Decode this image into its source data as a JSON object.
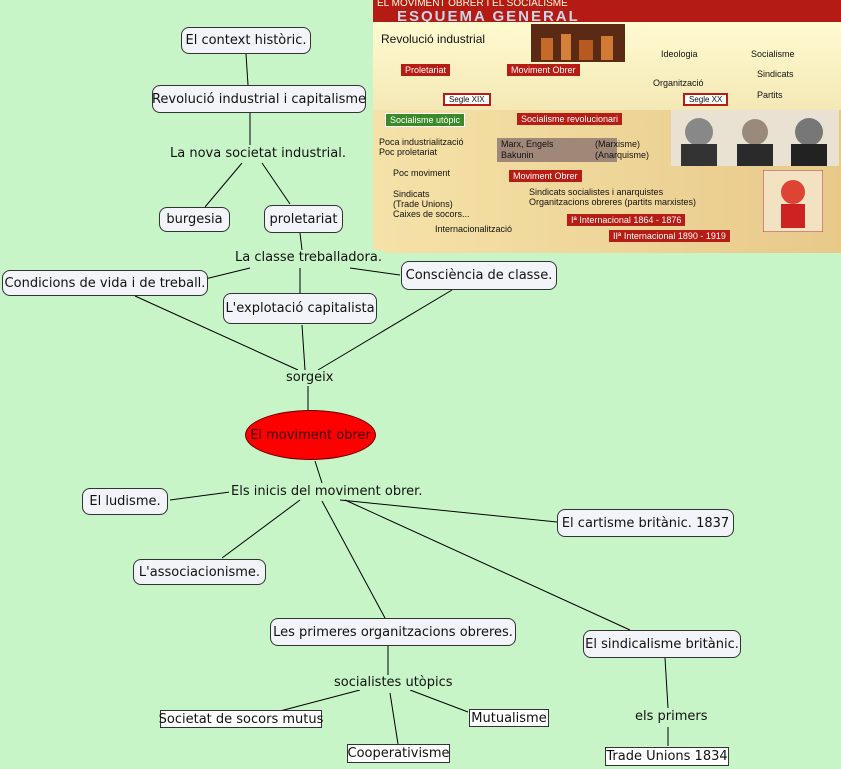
{
  "nodes": {
    "context": "El context històric.",
    "revolucio": "Revolució industrial i capitalisme",
    "nova_societat": "La nova societat industrial.",
    "burgesia": "burgesia",
    "proletariat": "proletariat",
    "classe": "La classe treballadora.",
    "condicions": "Condicions de vida i de treball.",
    "consciencia": "Consciència de classe.",
    "explotacio": "L'explotació capitalista",
    "sorgeix": "sorgeix",
    "moviment": "El moviment obrer",
    "inicis": "Els inicis del moviment obrer.",
    "ludisme": "El ludisme.",
    "cartisme": "El cartisme britànic. 1837",
    "associacionisme": "L'associacionisme.",
    "primeres": "Les primeres organitzacions obreres.",
    "sindicalisme": "El sindicalisme britànic.",
    "socialistes": "socialistes utòpics",
    "els_primers": "els primers",
    "societat_socors": "Societat de socors mutus",
    "mutualisme": "Mutualisme",
    "cooperativisme": "Cooperativisme",
    "trade_unions": "Trade Unions 1834"
  },
  "scheme": {
    "header_small": "EL MOVIMENT OBRER I EL SOCIALISME",
    "header_big": "ESQUEMA GENERAL",
    "revolucio": "Revolució industrial",
    "proletariat": "Proletariat",
    "moviment_obrer": "Moviment Obrer",
    "ideologia": "Ideologia",
    "organitzacio": "Organització",
    "socialisme": "Socialisme",
    "sindicats": "Sindicats",
    "partits": "Partits",
    "segle_xix": "Segle XIX",
    "segle_xx": "Segle XX",
    "utopic": "Socialisme utòpic",
    "revolucionari": "Socialisme revolucionari",
    "poca_ind": "Poca industrialització",
    "poc_prol": "Poc proletariat",
    "marx": "Marx, Engels",
    "marxisme": "(Marxisme)",
    "bakunin": "Bakunin",
    "anarquisme": "(Anarquisme)",
    "poc_moviment": "Poc moviment",
    "moviment_obrer2": "Moviment Obrer",
    "sind_soc": "Sindicats socialistes i anarquistes",
    "org_obreres": "Organitzacions obreres (partits marxistes)",
    "sindicats2": "Sindicats",
    "trade": "(Trade Unions)",
    "caixes": "Caixes de socors...",
    "internacional1": "Iª Internacional 1864 - 1876",
    "internacionalitzacio": "Internacionalització",
    "internacional2": "IIª Internacional 1890 - 1919"
  }
}
